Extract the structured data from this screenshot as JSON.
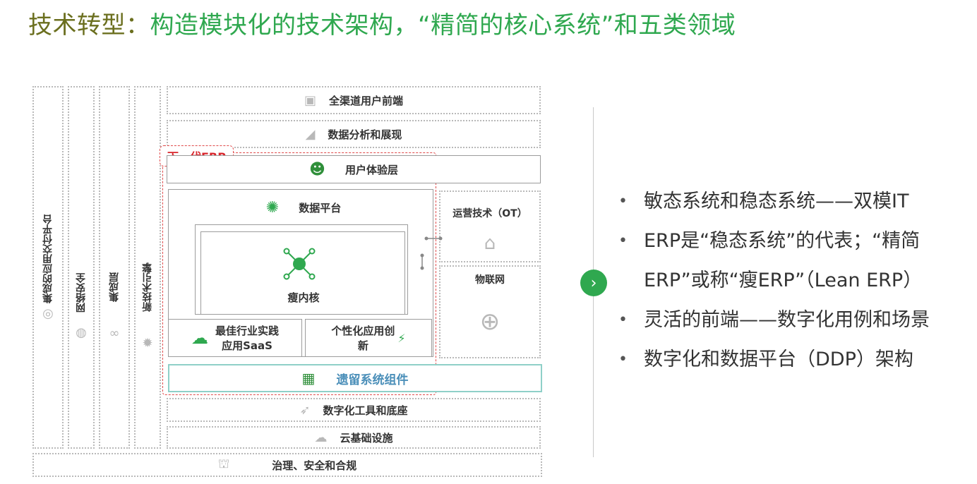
{
  "title": {
    "prefix": "技术转型：",
    "main": "构造模块化的技术架构，“精简的核心系统”和五类领域"
  },
  "diagram": {
    "vertical_columns": [
      {
        "label": "集成的应用交付平台",
        "icon": "headset-icon"
      },
      {
        "label": "网络安全",
        "icon": "globe-icon"
      },
      {
        "label": "集成层",
        "icon": "handshake-icon"
      },
      {
        "label": "新技术引擎",
        "icon": "gear-icon"
      }
    ],
    "layers": {
      "channel_front": "全渠道用户前端",
      "analytics": "数据分析和展现",
      "erp_tag": "下一代ERP",
      "user_experience": "用户体验层",
      "data_platform": "数据平台",
      "lean_core": "瘦内核",
      "best_practice_line1": "最佳行业实践",
      "best_practice_line2": "应用SaaS",
      "custom_innovation_line1": "个性化应用创",
      "custom_innovation_line2": "新",
      "legacy": "遗留系统组件",
      "digital_tools": "数字化工具和底座",
      "cloud": "云基础设施",
      "governance": "治理、安全和合规",
      "ot": "运营技术（OT）",
      "iot": "物联网"
    },
    "colors": {
      "erp_red": "#d8262c",
      "green": "#2fa84f",
      "legacy_blue": "#4b8fb9"
    }
  },
  "bullets": [
    {
      "lines": [
        "敏态系统和稳态系统——双模IT"
      ]
    },
    {
      "lines": [
        "ERP是“稳态系统”的代表；“精简",
        "ERP”或称“瘦ERP”（Lean ERP）"
      ]
    },
    {
      "lines": [
        "灵活的前端——数字化用例和场景"
      ]
    },
    {
      "lines": [
        "数字化和数据平台（DDP）架构"
      ]
    }
  ]
}
